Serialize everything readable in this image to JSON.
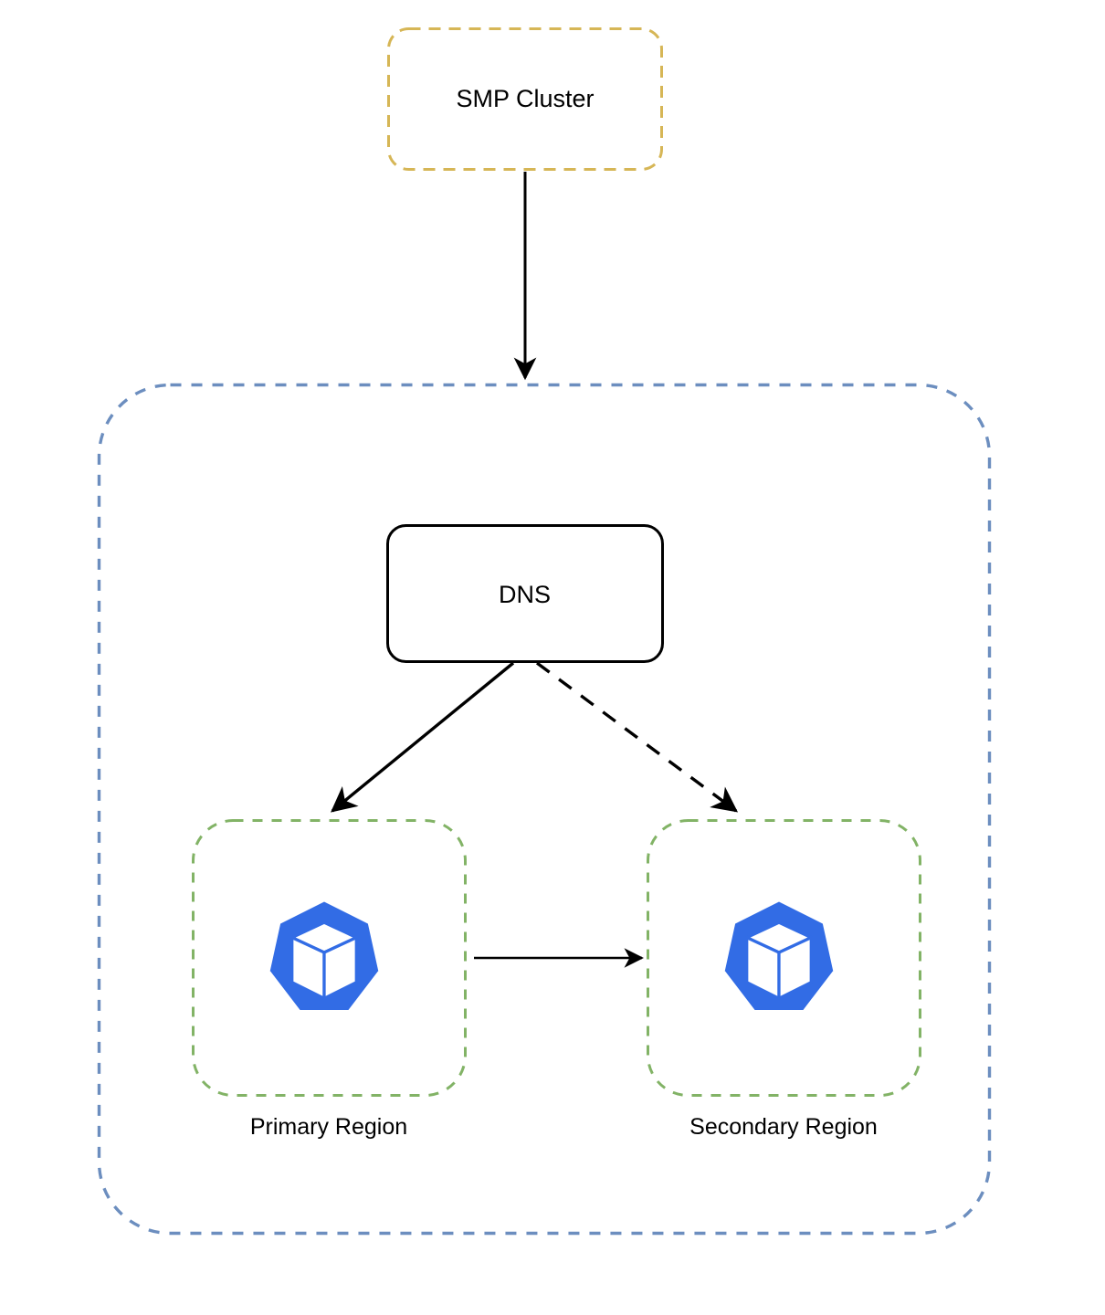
{
  "diagram": {
    "title": "SMP Cluster multi-region Kubernetes DNS failover diagram",
    "colors": {
      "smp_cluster_border": "#d6b656",
      "outer_container_border": "#6c8ebf",
      "region_border": "#82b366",
      "node_border": "#000000",
      "arrow": "#000000",
      "kubernetes_blue": "#326ce5",
      "background": "#ffffff",
      "text": "#000000"
    },
    "nodes": {
      "smp_cluster": {
        "label": "SMP Cluster",
        "shape": "rounded-rectangle",
        "border_style": "dashed",
        "border_color": "#d6b656"
      },
      "outer_container": {
        "label": "",
        "shape": "rounded-rectangle",
        "border_style": "dashed",
        "border_color": "#6c8ebf"
      },
      "dns": {
        "label": "DNS",
        "shape": "rounded-rectangle",
        "border_style": "solid",
        "border_color": "#000000"
      },
      "primary_region": {
        "label": "Primary Region",
        "shape": "rounded-rectangle",
        "border_style": "dashed",
        "border_color": "#82b366",
        "icon": "kubernetes-icon"
      },
      "secondary_region": {
        "label": "Secondary Region",
        "shape": "rounded-rectangle",
        "border_style": "dashed",
        "border_color": "#82b366",
        "icon": "kubernetes-icon"
      }
    },
    "edges": [
      {
        "id": "smp-to-container",
        "from": "smp_cluster",
        "to": "outer_container",
        "style": "solid",
        "arrowhead": "filled-triangle",
        "label": ""
      },
      {
        "id": "dns-to-primary",
        "from": "dns",
        "to": "primary_region",
        "style": "solid",
        "arrowhead": "filled-triangle",
        "label": ""
      },
      {
        "id": "dns-to-secondary",
        "from": "dns",
        "to": "secondary_region",
        "style": "dashed",
        "arrowhead": "filled-triangle",
        "label": ""
      },
      {
        "id": "primary-to-secondary",
        "from": "primary_region",
        "to": "secondary_region",
        "style": "solid",
        "arrowhead": "filled-triangle",
        "label": ""
      }
    ]
  }
}
